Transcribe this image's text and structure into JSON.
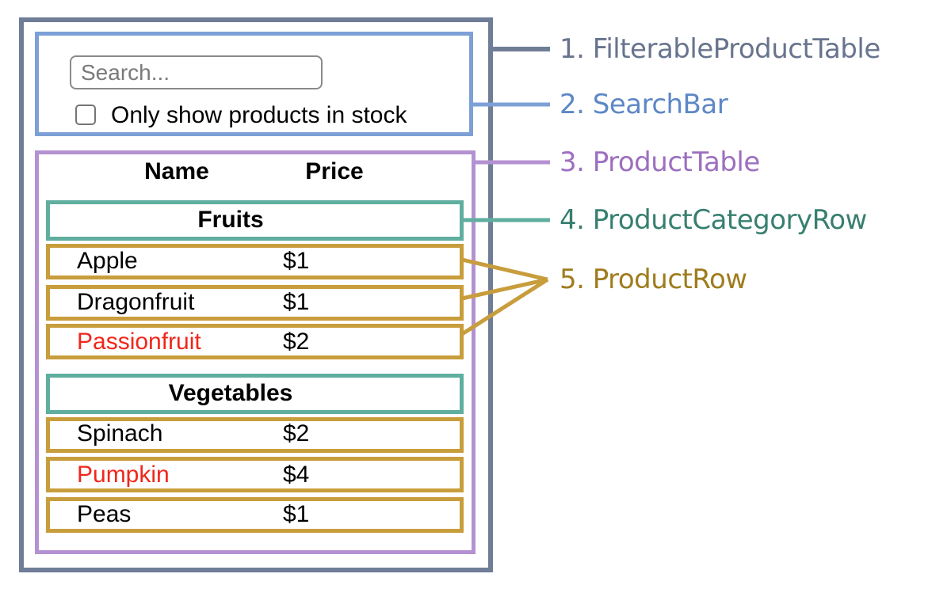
{
  "colors": {
    "frame_gray": "#6f7d96",
    "frame_blue": "#7da0d6",
    "frame_purple": "#b491d1",
    "frame_teal": "#5fae9f",
    "frame_gold": "#c89d3c",
    "text_gray": "#68748e",
    "text_blue": "#5d87c6",
    "text_purple": "#9c6fc0",
    "text_teal": "#377f70",
    "text_gold": "#9f7c1e",
    "out_of_stock_red": "#f0261a"
  },
  "legend": {
    "items": [
      {
        "label": "1. FilterableProductTable"
      },
      {
        "label": "2. SearchBar"
      },
      {
        "label": "3. ProductTable"
      },
      {
        "label": "4. ProductCategoryRow"
      },
      {
        "label": "5. ProductRow"
      }
    ]
  },
  "search_bar": {
    "input_placeholder": "Search...",
    "input_value": "",
    "checkbox_label": "Only show products in stock",
    "checkbox_checked": false
  },
  "table": {
    "headers": {
      "name": "Name",
      "price": "Price"
    },
    "sections": [
      {
        "category": "Fruits",
        "rows": [
          {
            "name": "Apple",
            "price": "$1",
            "out_of_stock": false
          },
          {
            "name": "Dragonfruit",
            "price": "$1",
            "out_of_stock": false
          },
          {
            "name": "Passionfruit",
            "price": "$2",
            "out_of_stock": true
          }
        ]
      },
      {
        "category": "Vegetables",
        "rows": [
          {
            "name": "Spinach",
            "price": "$2",
            "out_of_stock": false
          },
          {
            "name": "Pumpkin",
            "price": "$4",
            "out_of_stock": true
          },
          {
            "name": "Peas",
            "price": "$1",
            "out_of_stock": false
          }
        ]
      }
    ]
  }
}
